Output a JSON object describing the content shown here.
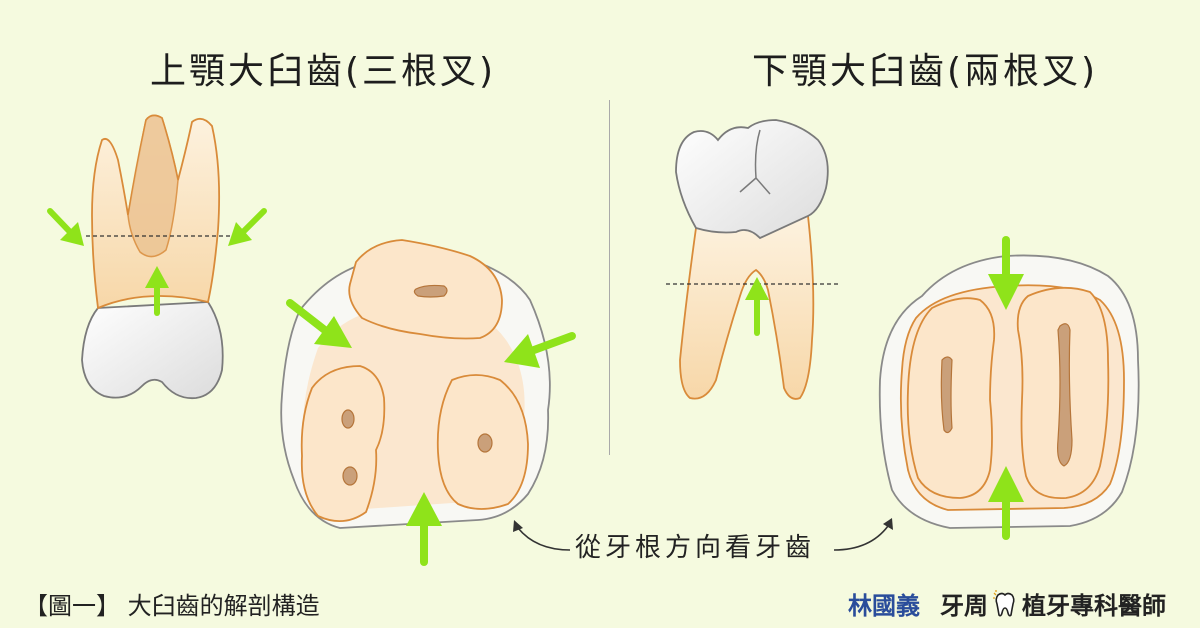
{
  "titles": {
    "left": "上顎大臼齒(三根叉)",
    "right": "下顎大臼齒(兩根叉)"
  },
  "center_caption": "從牙根方向看牙齒",
  "figure_caption": "【圖一】 大臼齒的解剖構造",
  "author": "林國義",
  "clinic": {
    "part1": "牙周",
    "logo_icon": "tooth-logo-icon",
    "part2": "植牙專科醫師"
  },
  "colors": {
    "background": "#f5fadf",
    "root_fill": "#fbe3c0",
    "root_stroke": "#d98b3a",
    "crown_fill": "#ededed",
    "crown_stroke": "#7a7a7a",
    "arrow": "#8fe31a",
    "author_blue": "#2a4d9b"
  }
}
